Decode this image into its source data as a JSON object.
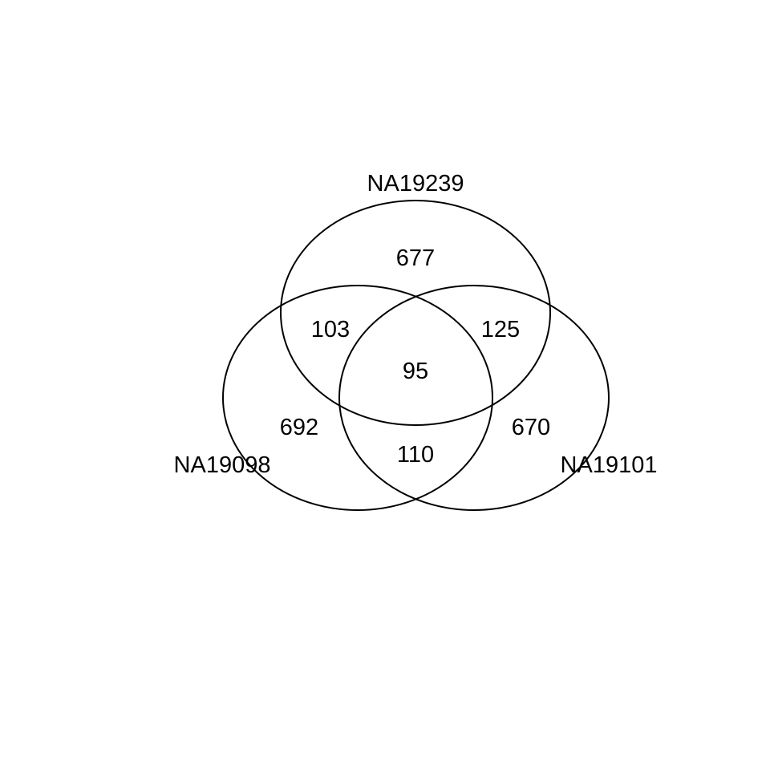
{
  "venn": {
    "sets": [
      {
        "id": "top",
        "label": "NA19239"
      },
      {
        "id": "left",
        "label": "NA19098"
      },
      {
        "id": "right",
        "label": "NA19101"
      }
    ],
    "regions": {
      "top_only": "677",
      "left_only": "692",
      "right_only": "670",
      "top_left": "103",
      "top_right": "125",
      "left_right": "110",
      "all_three": "95"
    },
    "colors": {
      "stroke": "#000000",
      "background": "#ffffff"
    }
  }
}
